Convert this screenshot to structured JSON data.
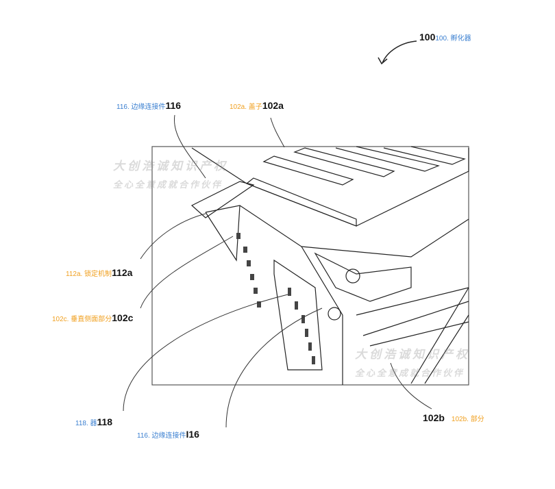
{
  "figure": {
    "labels": [
      {
        "id": "100",
        "number": "100",
        "translation": "100. 孵化器",
        "color": "blue"
      },
      {
        "id": "116-top",
        "number": "116",
        "translation": "116. 边缘连接件",
        "color": "blue"
      },
      {
        "id": "102a",
        "number": "102a",
        "translation": "102a. 盖子",
        "color": "orange"
      },
      {
        "id": "112a",
        "number": "112a",
        "translation": "112a. 锁定机制",
        "color": "orange"
      },
      {
        "id": "102c",
        "number": "102c",
        "translation": "102c. 垂直侧面部分",
        "color": "orange"
      },
      {
        "id": "118",
        "number": "118",
        "translation": "118. 器",
        "color": "blue"
      },
      {
        "id": "116-bottom",
        "number": "I16",
        "translation": "116. 边缘连接件",
        "color": "blue"
      },
      {
        "id": "102b",
        "number": "102b",
        "translation": "102b. 部分",
        "color": "orange"
      }
    ]
  },
  "watermark": {
    "line1": "大创浩诚知识产权",
    "line2": "全心全意成就合作伙伴"
  }
}
